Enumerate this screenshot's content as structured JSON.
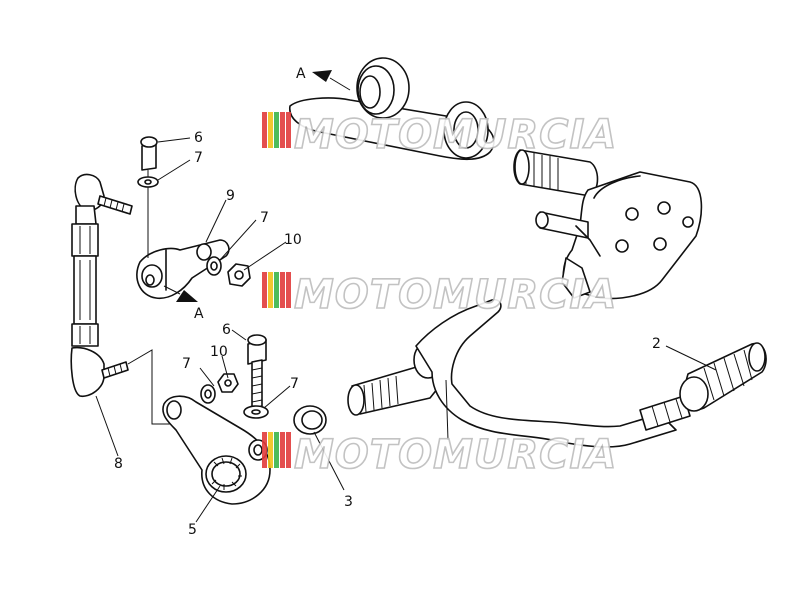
{
  "callouts": {
    "c1": "6",
    "c2": "7",
    "c3": "9",
    "c4": "7",
    "c5": "10",
    "c6": "A",
    "c7": "A",
    "c8": "6",
    "c9": "7",
    "c10": "10",
    "c11": "7",
    "c12": "8",
    "c13": "5",
    "c14": "3",
    "c15": "2"
  },
  "watermarks": [
    {
      "text": "MOTOMURCIA"
    },
    {
      "text": "MOTOMURCIA"
    },
    {
      "text": "MOTOMURCIA"
    }
  ],
  "colors": {
    "line": "#111111",
    "background": "#ffffff",
    "watermark_outline": "#bdbdbd",
    "watermark_stripe_red": "#e23b3b",
    "watermark_stripe_yellow": "#f1c21b",
    "watermark_stripe_green": "#3bb54a"
  }
}
